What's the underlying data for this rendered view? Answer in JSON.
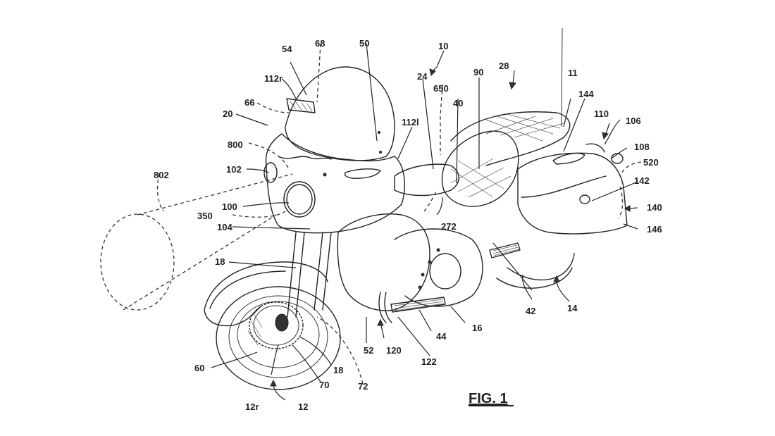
{
  "figure": {
    "title": "FIG. 1",
    "subject": "Motorcycle patent drawing",
    "reference_numerals": {
      "vehicle": "10",
      "vehicle_arrow_secondary": "11",
      "front_wheel": "12",
      "front_wheel_r": "12r",
      "rear_wheel": "14",
      "frame": "16",
      "fork": "18",
      "fork_lower": "18",
      "fairing": "20",
      "fuel_tank": "24",
      "seat": "28",
      "handlebar": "40",
      "footboard_right": "42",
      "footboard_left": "44",
      "windshield": "50",
      "engine_guard": "52",
      "display": "54",
      "brake_disc": "60",
      "mirror_dash": "66",
      "sensor_68": "68",
      "caliper": "70",
      "wheel_sensor": "72",
      "dash_90": "90",
      "headlight": "100",
      "fog_light": "102",
      "lower_light": "104",
      "tail_light": "106",
      "tail_lamp": "108",
      "trunk": "110",
      "speaker_left": "112l",
      "speaker_right": "112r",
      "guard_120": "120",
      "footrest_122": "122",
      "saddlebag": "140",
      "saddlebag_latch": "142",
      "saddlebag_lid": "144",
      "saddlebag_rear": "146",
      "wire_272": "272",
      "radar_350": "350",
      "rear_sensor_520": "520",
      "wire_650": "650",
      "headlight_beam": "800",
      "beam_pattern": "802"
    }
  }
}
